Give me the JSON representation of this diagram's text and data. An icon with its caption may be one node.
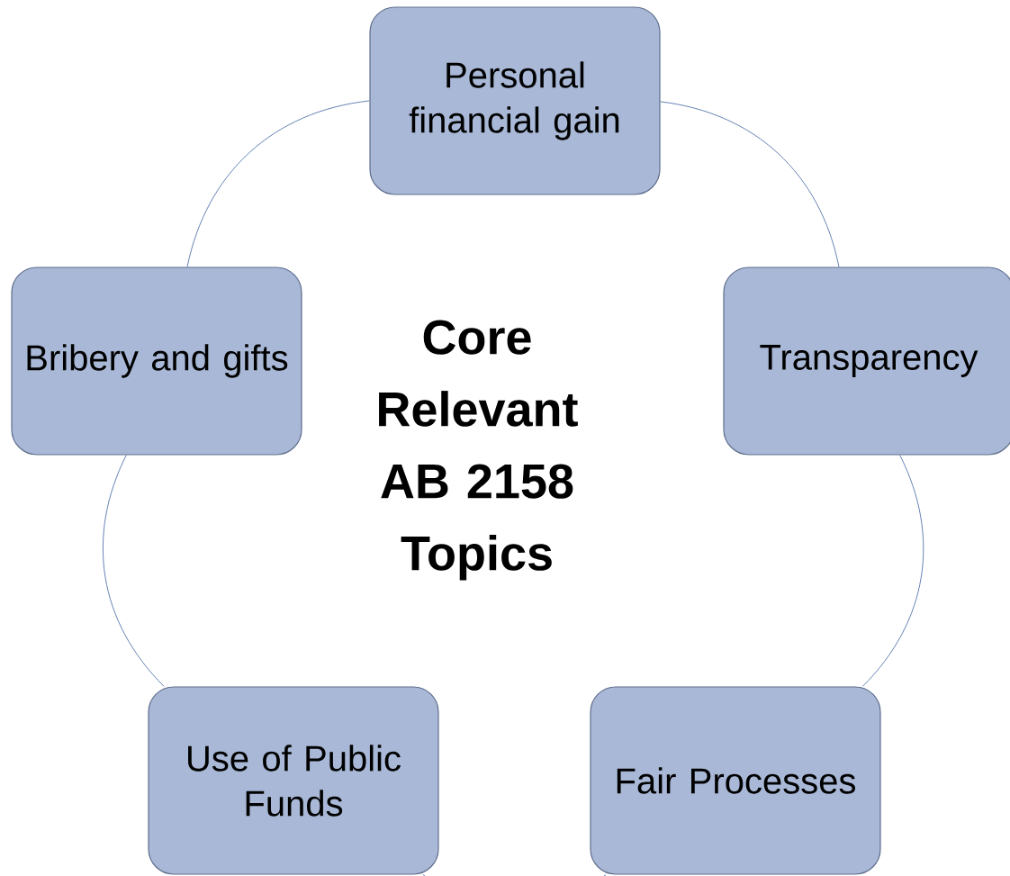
{
  "diagram": {
    "nodes": [
      {
        "text": [
          "Personal financial gain"
        ]
      },
      {
        "text": [
          "Transparency"
        ]
      },
      {
        "text": [
          "Fair Processes"
        ]
      },
      {
        "text": [
          "Use of Public Funds"
        ]
      },
      {
        "text": [
          "Bribery and gifts"
        ]
      }
    ],
    "edges": [
      {
        "from": 0,
        "to": 1,
        "arrow": "none"
      },
      {
        "from": 1,
        "to": 2,
        "arrow": "none"
      },
      {
        "from": 2,
        "to": 3,
        "arrow": "none"
      },
      {
        "from": 3,
        "to": 4,
        "arrow": "none"
      },
      {
        "from": 4,
        "to": 0,
        "arrow": "none"
      }
    ],
    "labels": [
      "Core Relevant AB 2158 Topics"
    ]
  }
}
